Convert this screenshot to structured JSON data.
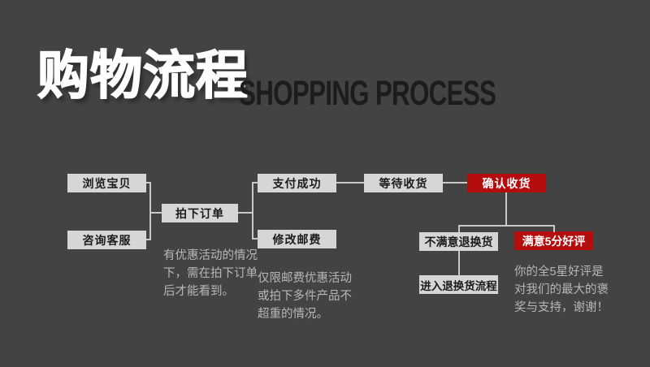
{
  "title": {
    "zh": "购物流程",
    "en": "SHOPPING PROCESS"
  },
  "flow": {
    "browse": "浏览宝贝",
    "consult": "咨询客服",
    "order": "拍下订单",
    "pay": "支付成功",
    "postage": "修改邮费",
    "wait": "等待收货",
    "confirm": "确认收货",
    "unsatisfied": "不满意退换货",
    "satisfied": "满意5分好评",
    "enter_return": "进入退换货流程"
  },
  "notes": {
    "order_note": {
      "line1": "有优惠活动的情况",
      "line2": "下，需在拍下订单",
      "line3": "后才能看到。"
    },
    "postage_note": {
      "line1": "仅限邮费优惠活动",
      "line2": "或拍下多件产品不",
      "line3": "超重的情况。"
    },
    "praise_note": {
      "line1": "你的全5星好评是",
      "line2": "对我们的最大的褒",
      "line3": "奖与支持，谢谢！"
    }
  },
  "colors": {
    "background": "#434343",
    "box_background": "#d6d6d6",
    "box_text": "#1b1b1b",
    "accent_red": "#b50d0d",
    "red_box_text": "#ffffff",
    "note_text": "#b7b7b7",
    "connector_line": "#c9c9c9",
    "title_zh": "#ffffff",
    "title_en": "#1c1c1c"
  }
}
